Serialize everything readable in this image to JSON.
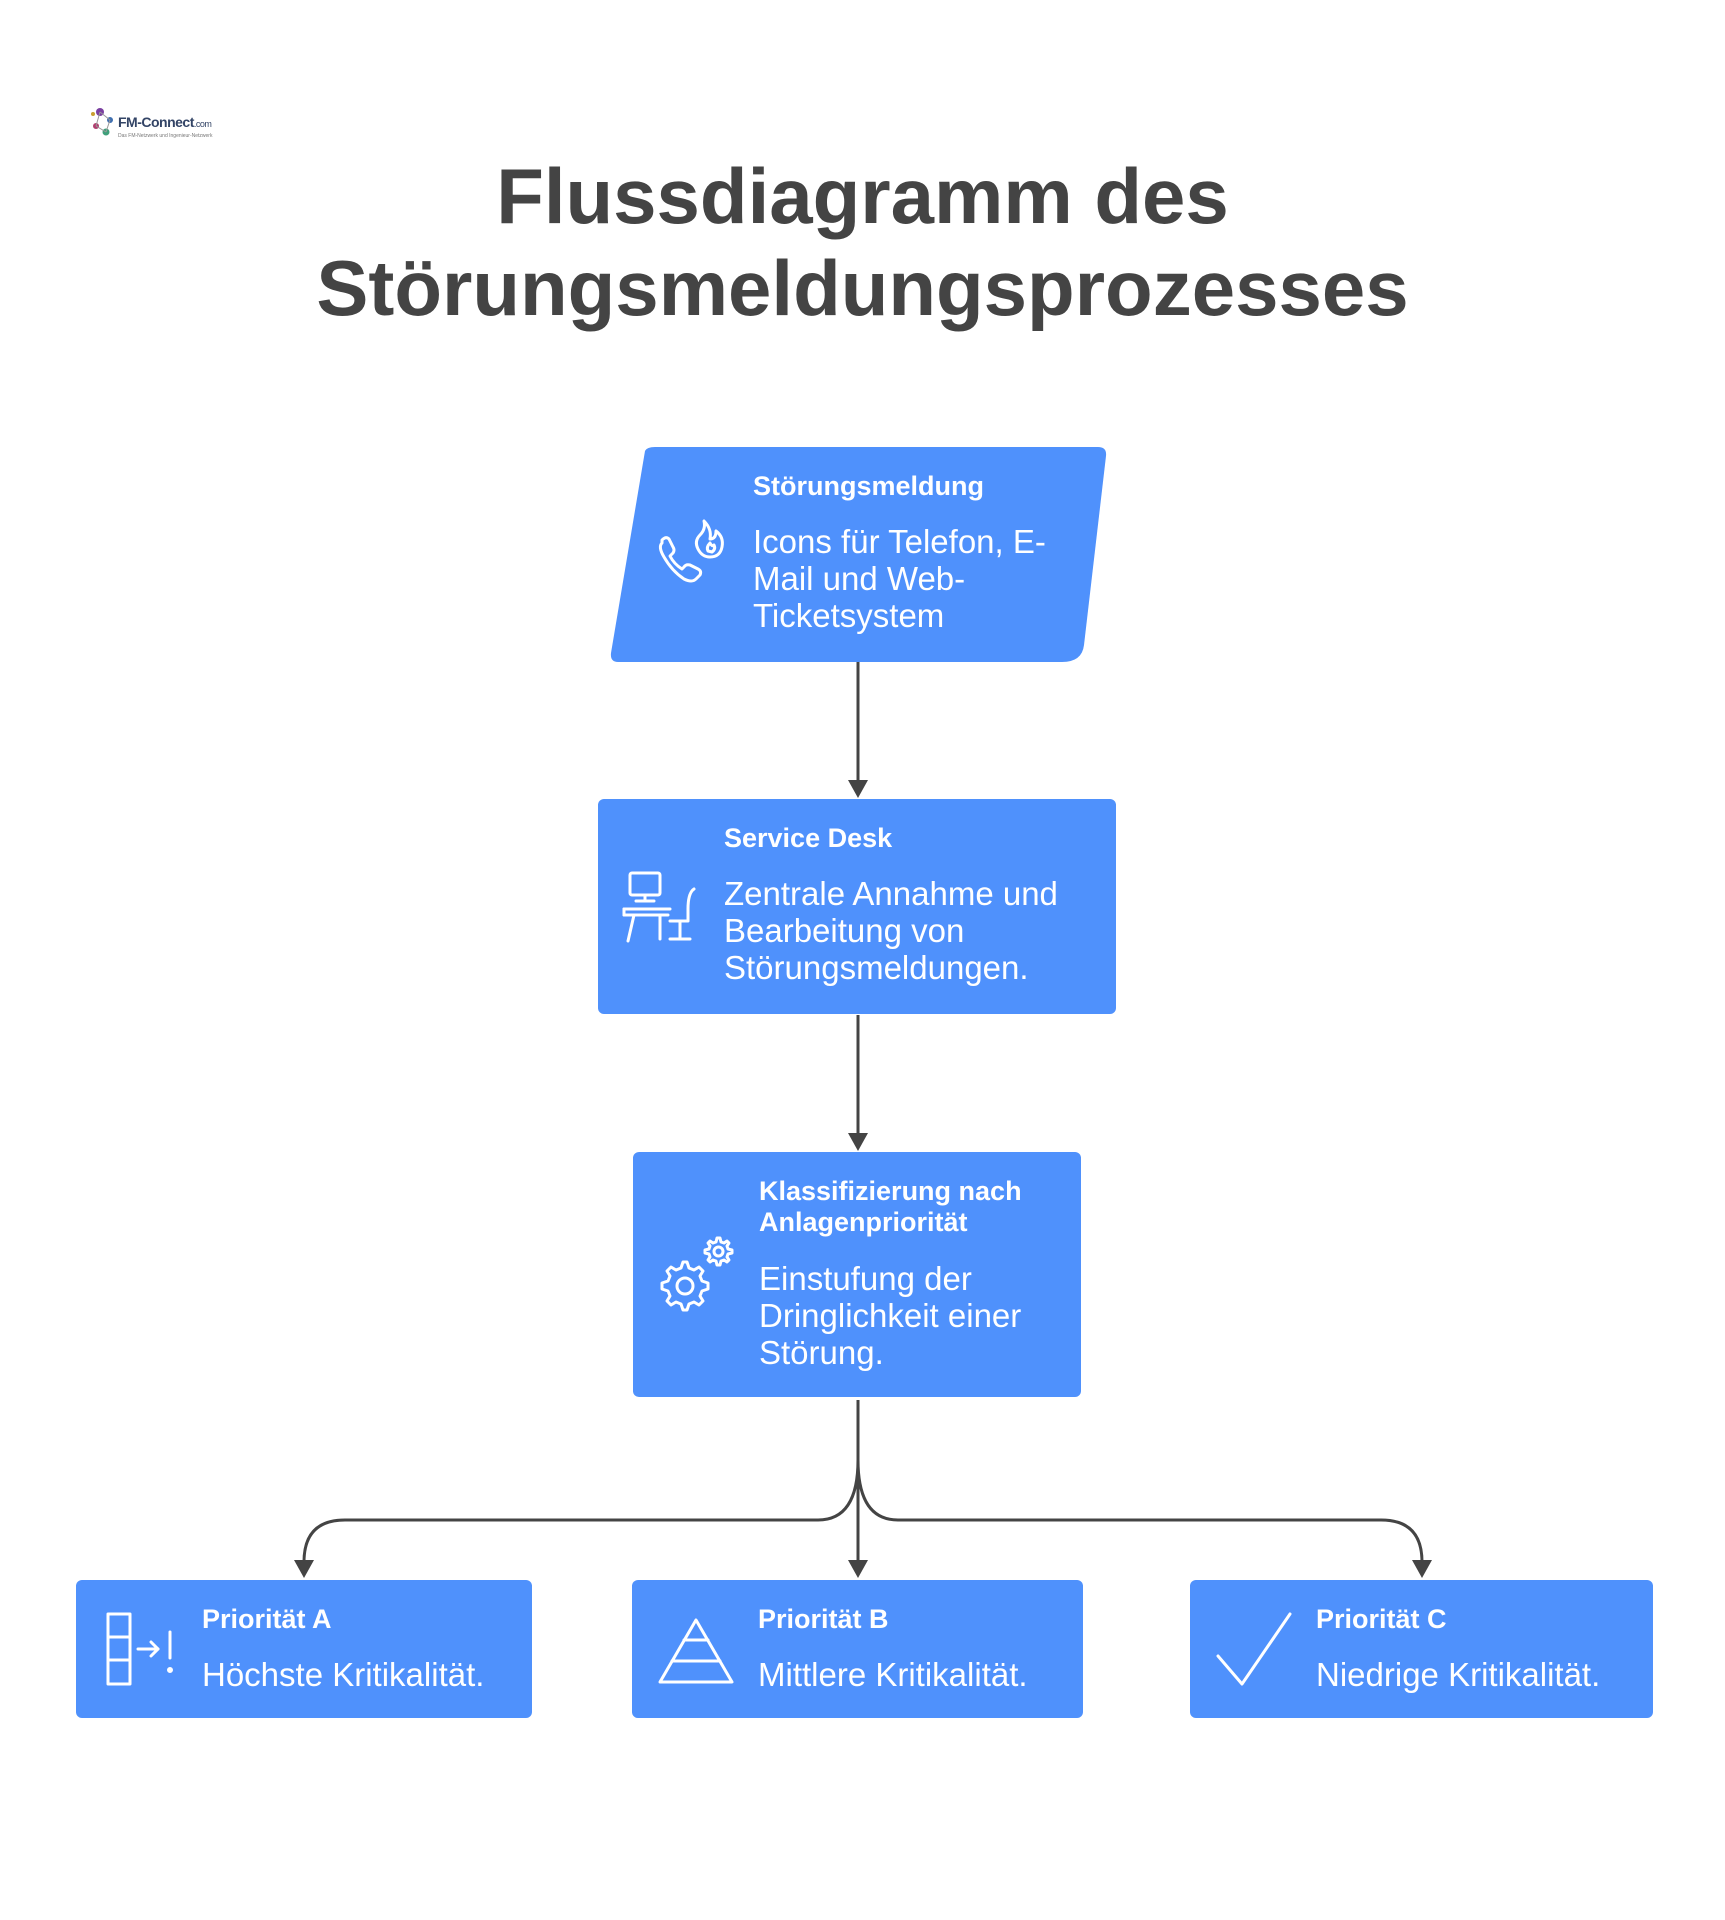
{
  "logo": {
    "brand": "FM-Connect",
    "domain": ".com",
    "tagline": "Das FM-Netzwerk und Ingenieur-Netzwerk"
  },
  "title": {
    "line1": "Flussdiagramm des",
    "line2": "Störungsmeldungsprozesses"
  },
  "colors": {
    "node_fill": "#4f91fc",
    "text_on_node": "#ffffff",
    "title": "#444444",
    "connector": "#444444"
  },
  "nodes": {
    "stoerungsmeldung": {
      "heading": "Störungsmeldung",
      "body": "Icons für Telefon, E-Mail und Web-Ticketsystem",
      "icon": "phone-fire-icon",
      "shape": "parallelogram"
    },
    "service_desk": {
      "heading": "Service Desk",
      "body": "Zentrale Annahme und Bearbeitung von Störungsmeldungen.",
      "icon": "desk-computer-icon",
      "shape": "rectangle"
    },
    "klassifizierung": {
      "heading": "Klassifizierung nach Anlagenpriorität",
      "body": "Einstufung der Dringlichkeit einer Störung.",
      "icon": "gears-icon",
      "shape": "rectangle"
    },
    "prioritaet_a": {
      "heading": "Priorität A",
      "body": "Höchste Kritikalität.",
      "icon": "priority-alert-icon",
      "shape": "rectangle"
    },
    "prioritaet_b": {
      "heading": "Priorität B",
      "body": "Mittlere Kritikalität.",
      "icon": "pyramid-icon",
      "shape": "rectangle"
    },
    "prioritaet_c": {
      "heading": "Priorität C",
      "body": "Niedrige Kritikalität.",
      "icon": "checkmark-icon",
      "shape": "rectangle"
    }
  },
  "edges": [
    {
      "from": "stoerungsmeldung",
      "to": "service_desk"
    },
    {
      "from": "service_desk",
      "to": "klassifizierung"
    },
    {
      "from": "klassifizierung",
      "to": "prioritaet_a"
    },
    {
      "from": "klassifizierung",
      "to": "prioritaet_b"
    },
    {
      "from": "klassifizierung",
      "to": "prioritaet_c"
    }
  ]
}
